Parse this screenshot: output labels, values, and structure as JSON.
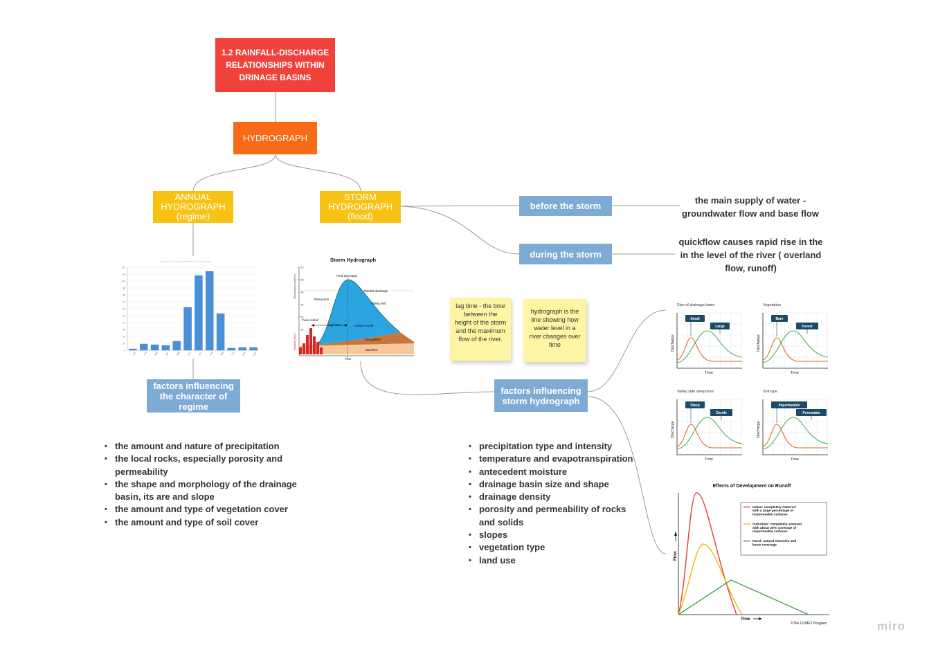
{
  "nodes": {
    "root": "1.2 RAINFALL-DISCHARGE RELATIONSHIPS WITHIN DRINAGE BASINS",
    "hydrograph": "HYDROGRAPH",
    "annual": [
      "ANNUAL",
      "HYDROGRAPH",
      "(regime)"
    ],
    "storm": [
      "STORM",
      "HYDROGRAPH",
      "(flood)"
    ],
    "before_storm": "before the storm",
    "during_storm": "during the storm",
    "factors_regime": [
      "factors influencing",
      "the character of",
      "regime"
    ],
    "factors_storm": [
      "factors influencing",
      "storm hydrograph"
    ]
  },
  "texts": {
    "before_storm": [
      "the main supply of water -",
      "groundwater flow and base flow"
    ],
    "during_storm": [
      "quickflow causes rapid rise in the",
      "in the level of the river ( overland",
      "flow, runoff)"
    ]
  },
  "notes": {
    "lag_time": "lag time - the time between the height of the storm and the maximum flow of the river.",
    "hydrograph_def": "hydrograph is the line showing how water level in a river changes over time"
  },
  "regime_factors": [
    "the amount and nature of precipitation",
    "the local rocks, especially porosity and permeability",
    "the shape and morphology of the drainage basin, its are and slope",
    "the amount and type of vegetation cover",
    "the amount and type of soil cover"
  ],
  "storm_factors": [
    "precipitation type and intensity",
    "temperature and evapotranspiration",
    "antecedent moisture",
    "drainage basin size and shape",
    "drainage density",
    "porosity and permeability of rocks and solids",
    "slopes",
    "vegetation type",
    "land use"
  ],
  "storm_hydrograph_image": {
    "title": "Storm Hydrograph",
    "labels": {
      "peak_discharge": "Peak Discharge",
      "rainfall_discharge": "Rainfall discharge",
      "rising_limb": "Rising limb",
      "falling_limb": "Falling limb",
      "peak_rainfall": "Peak rainfall",
      "lag_time": "Lag Time",
      "surface_runoff": "Surface runoff",
      "throughflow": "Throughflow",
      "baseflow": "Baseflow",
      "time": "Time",
      "discharge_axis": "Discharge (cumecs)",
      "rainfall_axis": "Rainfall (mm)"
    },
    "y_ticks": [
      "60",
      "50",
      "40",
      "30",
      "20",
      "10"
    ]
  },
  "factor_panels": [
    {
      "title": "Size of drainage basin",
      "tag_a": "Small",
      "tag_b": "Large",
      "xlabel": "Time",
      "ylabel": "Discharge"
    },
    {
      "title": "Vegetation",
      "tag_a": "Bare",
      "tag_b": "Forest",
      "xlabel": "Time",
      "ylabel": "Discharge"
    },
    {
      "title": "Valley side steepness",
      "tag_a": "Steep",
      "tag_b": "Gentle",
      "xlabel": "Time",
      "ylabel": "Discharge"
    },
    {
      "title": "Soil type",
      "tag_a": "Impermeable",
      "tag_b": "Permeable",
      "xlabel": "Time",
      "ylabel": "Discharge"
    }
  ],
  "runoff_chart": {
    "title": "Effects of Development on Runoff",
    "xlabel": "Time",
    "ylabel": "Flow",
    "credit": "©The COMET Program",
    "legend": [
      {
        "text": "Urban: completely sewered with a large percentage of impermeable surfaces",
        "color": "#e53935"
      },
      {
        "text": "Suburban: completely sewered with about 30% coverage of impermeable surfaces",
        "color": "#f5b800"
      },
      {
        "text": "Rural: natural channels and basin coverage",
        "color": "#43a047"
      }
    ]
  },
  "chart_data": {
    "type": "bar",
    "categories": [
      "Jan",
      "Feb",
      "Mar",
      "Apr",
      "May",
      "Jun",
      "Jul",
      "Aug",
      "Sep",
      "Oct",
      "Nov",
      "Dec"
    ],
    "values": [
      2,
      9,
      8,
      7,
      13,
      62,
      108,
      114,
      53,
      3,
      4,
      4
    ],
    "ylim": [
      0,
      120
    ],
    "color": "#4a90d9"
  },
  "brand": "miro",
  "colors": {
    "red": "#f0423b",
    "orange": "#f86a17",
    "yellow": "#f7c214",
    "blue": "#7eabd4",
    "note": "#fdf5a3"
  }
}
